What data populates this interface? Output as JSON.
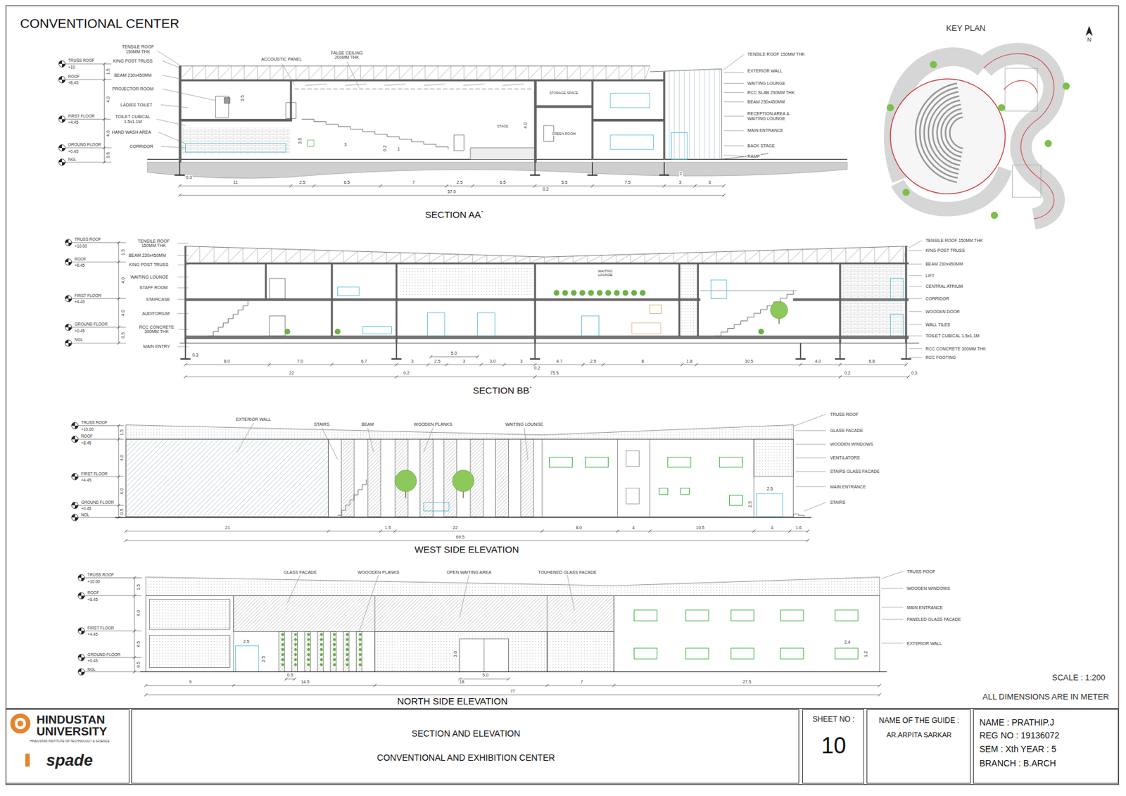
{
  "diagram": {
    "title": "CONVENTIONAL CENTER",
    "nodes": [
      {
        "text": [
          "HINDUSTAN UNIVERSITY",
          "HINDUSTAN INSTITUTE OF TECHNOLOGY & SCIENCE",
          "spade"
        ]
      },
      {
        "text": [
          "SECTION AND ELEVATION",
          "CONVENTIONAL AND EXHIBITION CENTER"
        ]
      },
      {
        "text": [
          "SHEET NO :",
          "10"
        ]
      },
      {
        "text": [
          "NAME OF THE GUIDE :",
          "AR.ARPITA SARKAR"
        ]
      },
      {
        "text": [
          "NAME : PRATHIP.J",
          "REG NO : 19136072",
          "SEM : Xth YEAR : 5",
          "BRANCH : B.ARCH"
        ]
      }
    ],
    "labels": [
      "TRUSS ROOF",
      "+10",
      "ROOF",
      "+8.45",
      "FIRST FLOOR",
      "+4.45",
      "GROUND FLOOR",
      "+0.45",
      "NGL",
      "1.5",
      "4.0",
      "4.0",
      "0.5",
      "TENSILE ROOF 150MM THK",
      "KING POST TRUSS",
      "BEAM 230x450MM",
      "PROJECTOR ROOM",
      "LADIES TOILET",
      "TOILET CUBICAL 1.5x1.1M",
      "HAND WASH AREA",
      "CORRIDOR",
      "ACCOUSTIC PANEL",
      "FALSE CEILING 200MM THK",
      "TENSILE ROOF 150MM THK",
      "EXTERIOR WALL",
      "WAITING LOUNGE",
      "RCC SLAB 230MM THK",
      "BEAM 230x450MM",
      "RECEPTION AREA & WAITING LOUNGE",
      "MAIN ENTRANCE",
      "BACK STAGE",
      "RAMP",
      "3.5",
      "3.5",
      "3",
      "0.2",
      "1",
      "STORAGE SPACE",
      "STAGE",
      "GREEN ROOM",
      "4.0",
      "2",
      "0.3",
      "11",
      "2.5",
      "6.5",
      "7",
      "2.5",
      "6.5",
      "0.2",
      "5.5",
      "7.5",
      "3",
      "3",
      "57.0",
      "SECTION AA`",
      "TRUSS ROOF",
      "+10.00",
      "ROOF",
      "+8.45",
      "FIRST FLOOR",
      "+4.45",
      "GROUND FLOOR",
      "+0.45",
      "NGL",
      "1.5",
      "4.0",
      "4.0",
      "0.5",
      "TENSILE ROOF 150MM THK",
      "BEAM 230x450MM",
      "KING POST TRUSS",
      "WAITING LOUNGE",
      "STAFF ROOM",
      "STAIRCASE",
      "AUDITORIUM",
      "RCC CONCRETE 300MM THK",
      "MAIN ENTRY",
      "TENSILE ROOF 150MM THK",
      "KING POST TRUSS",
      "BEAM 230x450MM",
      "LIFT",
      "CENTRAL ATRIUM",
      "CORRIDOR",
      "WOODEN DOOR",
      "WALL TILES",
      "TOILET CUBICAL 1.5x1.1M",
      "RCC CONCRETE 300MM THK",
      "RCC FOOTING",
      "WAITING LOUNGE",
      "0.3",
      "8.0",
      "7.0",
      "6.7",
      "3",
      "2.5",
      "5.0",
      "3",
      "3.0",
      "3",
      "4.7",
      "2.5",
      "8",
      "1.8",
      "10.5",
      "4.0",
      "6.8",
      "22",
      "0.2",
      "0.2",
      "75.5",
      "0.2",
      "0.3",
      "SECTION BB`",
      "TRUSS ROOF",
      "+10.00",
      "ROOF",
      "+8.45",
      "FIRST FLOOR",
      "+4.45",
      "GROUND FLOOR",
      "+0.45",
      "NGL",
      "1.5",
      "4.0",
      "4.0",
      "0.5",
      "EXTERIOR WALL",
      "STAIRS",
      "BEAM",
      "WOODEN PLANKS",
      "WAITING LOUNGE",
      "TRUSS ROOF",
      "GLASS FACADE",
      "WOODEN WINDOWS",
      "VENTILATORS",
      "STAIRS GLASS FACADE",
      "MAIN ENTRANCE",
      "STAIRS",
      "2.5",
      "2.5",
      "21",
      "1.5",
      "22",
      "8.0",
      "4",
      "10.5",
      "4",
      "1.6",
      "69.5",
      "WEST SIDE ELEVATION",
      "TRUSS ROOF",
      "+10.00",
      "ROOF",
      "+8.45",
      "FIRST FLOOR",
      "+4.45",
      "GROUND FLOOR",
      "+0.45",
      "NGL",
      "1.5",
      "4.0",
      "4.5",
      "0.5",
      "GLASS FACADE",
      "WOOODEN PLANKS",
      "OPEN WAITING AREA",
      "TOUHENED GLASS FACADE",
      "TRUSS ROOF",
      "WOODEN WINDOWS",
      "MAIN ENTRANCE",
      "PANELED GLASS FACADE",
      "EXTERIOR WALL",
      "2.5",
      "2.5",
      "3.0",
      "5.0",
      "0.5",
      "2.4",
      "1.2",
      "9",
      "14.5",
      "18",
      "7",
      "27.5",
      "77",
      "NORTH SIDE ELEVATION",
      "KEY PLAN",
      "N",
      "SCALE : 1:200",
      "ALL DIMENSIONS ARE IN METER"
    ]
  }
}
